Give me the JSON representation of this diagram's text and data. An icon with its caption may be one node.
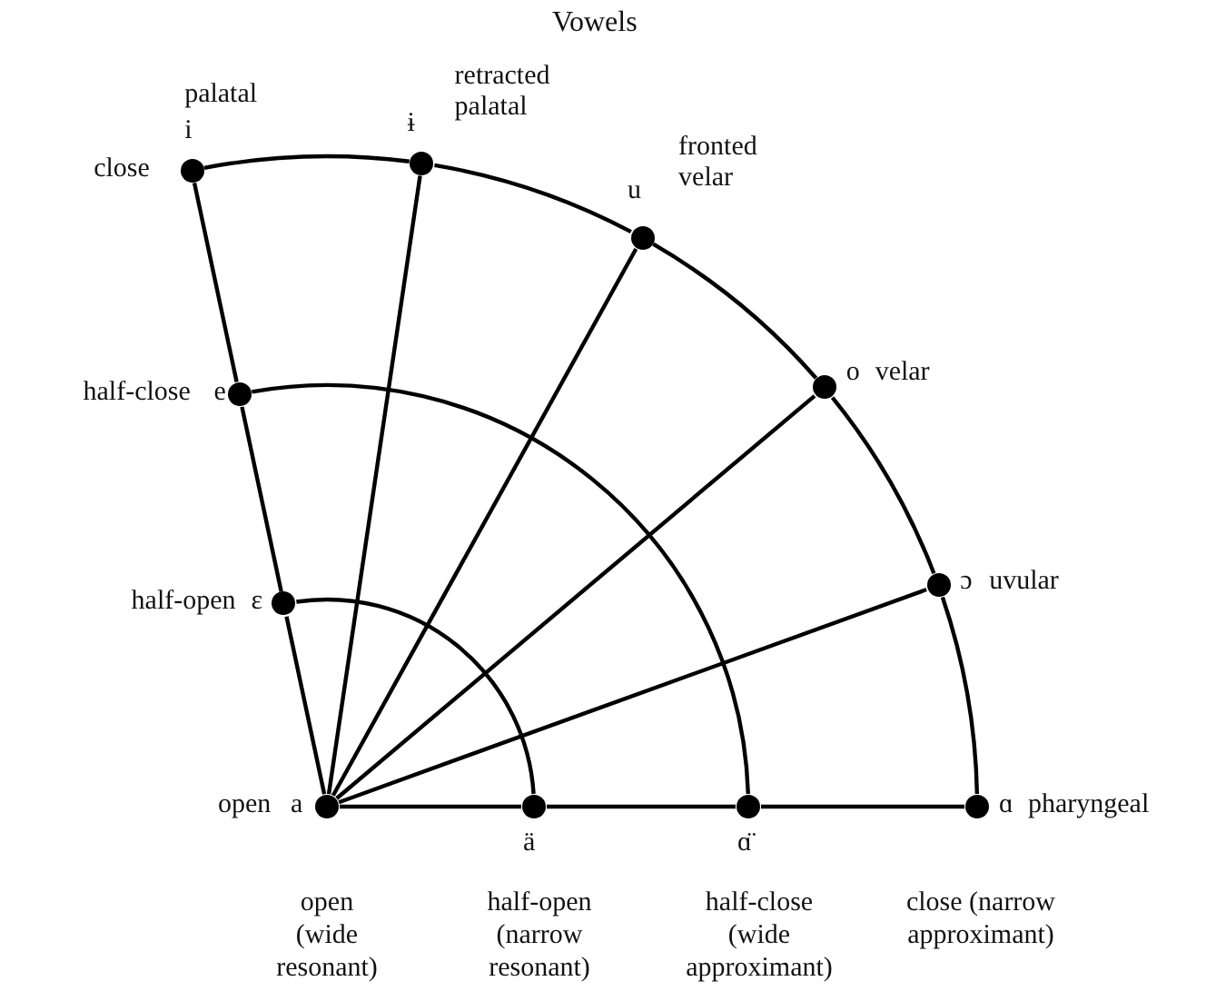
{
  "diagram": {
    "title": "Vowels",
    "nodes": [
      {
        "text": [],
        "shape": "circle",
        "beside": [
          "open",
          "a"
        ]
      },
      {
        "text": [],
        "shape": "circle",
        "beside": [
          "ä"
        ]
      },
      {
        "text": [],
        "shape": "circle",
        "beside": [
          "ɑ̈"
        ]
      },
      {
        "text": [],
        "shape": "circle",
        "beside": [
          "ɑ",
          "pharyngeal"
        ]
      },
      {
        "text": [],
        "shape": "circle",
        "beside": [
          "ɔ",
          "uvular"
        ]
      },
      {
        "text": [],
        "shape": "circle",
        "beside": [
          "o",
          "velar"
        ]
      },
      {
        "text": [],
        "shape": "circle",
        "beside": [
          "fronted velar",
          "u"
        ]
      },
      {
        "text": [],
        "shape": "circle",
        "beside": [
          "retracted palatal",
          "ɨ"
        ]
      },
      {
        "text": [],
        "shape": "circle",
        "beside": [
          "palatal",
          "i",
          "close"
        ]
      },
      {
        "text": [],
        "shape": "circle",
        "beside": [
          "half-close",
          "e"
        ]
      },
      {
        "text": [],
        "shape": "circle",
        "beside": [
          "half-open",
          "ε"
        ]
      }
    ],
    "edges": [
      {
        "from": 0,
        "to": 10,
        "arrow": "none"
      },
      {
        "from": 10,
        "to": 9,
        "arrow": "none"
      },
      {
        "from": 9,
        "to": 8,
        "arrow": "none"
      },
      {
        "from": 0,
        "to": 7,
        "arrow": "none"
      },
      {
        "from": 0,
        "to": 6,
        "arrow": "none"
      },
      {
        "from": 0,
        "to": 5,
        "arrow": "none"
      },
      {
        "from": 0,
        "to": 4,
        "arrow": "none"
      },
      {
        "from": 0,
        "to": 1,
        "arrow": "none"
      },
      {
        "from": 1,
        "to": 2,
        "arrow": "none"
      },
      {
        "from": 2,
        "to": 3,
        "arrow": "none"
      },
      {
        "from": 10,
        "to": 1,
        "arrow": "none"
      },
      {
        "from": 9,
        "to": 2,
        "arrow": "none"
      },
      {
        "from": 8,
        "to": 7,
        "arrow": "none"
      },
      {
        "from": 7,
        "to": 6,
        "arrow": "none"
      },
      {
        "from": 6,
        "to": 5,
        "arrow": "none"
      },
      {
        "from": 5,
        "to": 4,
        "arrow": "none"
      },
      {
        "from": 4,
        "to": 3,
        "arrow": "none"
      }
    ],
    "labels": [
      "open (wide resonant)",
      "half-open (narrow resonant)",
      "half-close (wide approximant)",
      "close (narrow approximant)"
    ]
  }
}
